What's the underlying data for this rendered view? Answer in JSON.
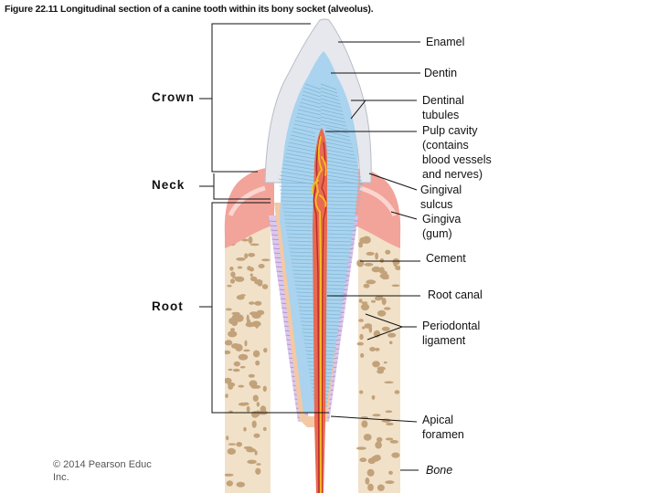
{
  "caption": "Figure 22.11 Longitudinal section of a canine tooth within its bony socket (alveolus).",
  "regions": {
    "crown": "Crown",
    "neck": "Neck",
    "root": "Root"
  },
  "labels": {
    "enamel": "Enamel",
    "dentin": "Dentin",
    "dentinal_tubules": [
      "Dentinal",
      "tubules"
    ],
    "pulp_cavity": [
      "Pulp cavity",
      "(contains",
      "blood vessels",
      "and nerves)"
    ],
    "gingival_sulcus": [
      "Gingival",
      "sulcus"
    ],
    "gingiva": [
      "Gingiva",
      "(gum)"
    ],
    "cement": "Cement",
    "root_canal": "Root canal",
    "periodontal_ligament": [
      "Periodontal",
      "ligament"
    ],
    "apical_foramen": [
      "Apical",
      "foramen"
    ],
    "bone": "Bone"
  },
  "copyright": "© 2014 Pearson Educ Inc.",
  "colors": {
    "enamel": "#e6e8ee",
    "dentin": "#a9d3ee",
    "pulp": "#e86a50",
    "gingiva": "#f2a39a",
    "bone": "#f1e1c8",
    "bone_spots": "#c2a27a",
    "ligament": "#dcc8ec",
    "cement": "#f3c9a4",
    "nerve": "#f2c320"
  }
}
